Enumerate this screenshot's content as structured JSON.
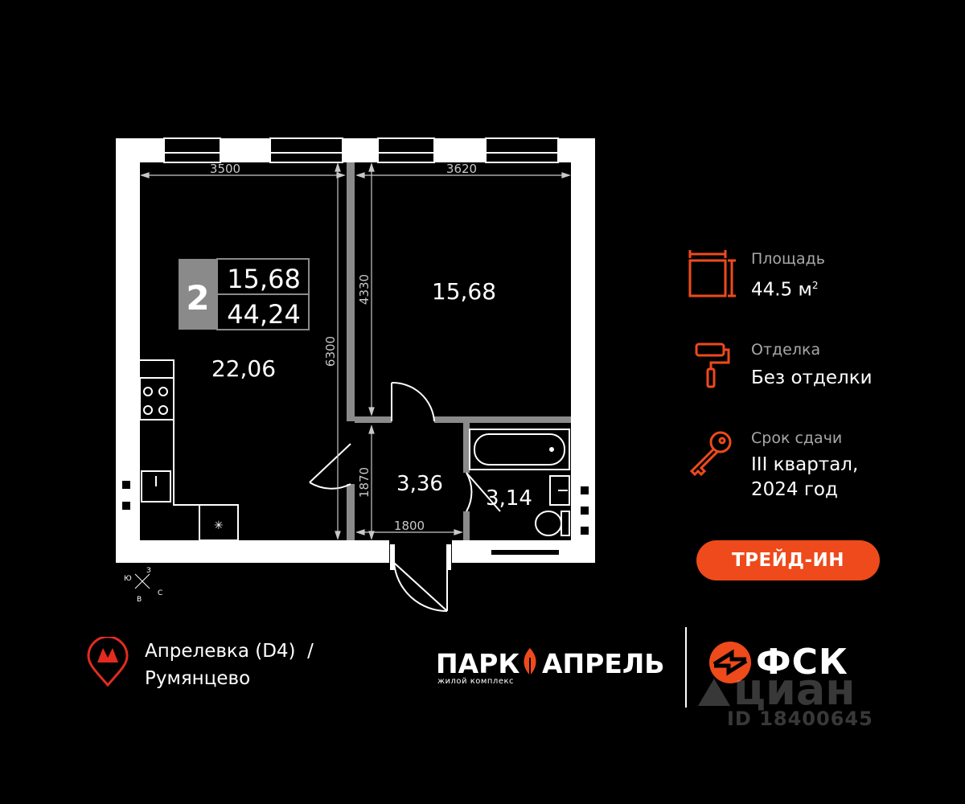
{
  "plan": {
    "rooms_badge": {
      "number": "2",
      "living_area": "15,68",
      "total_area": "44,24"
    },
    "rooms": {
      "kitchen_living": "22,06",
      "bedroom": "15,68",
      "hall": "3,36",
      "bathroom": "3,14"
    },
    "dimensions": {
      "top_left": "3500",
      "top_right": "3620",
      "left_vertical": "6300",
      "right_vertical": "4330",
      "hall_vertical": "1870",
      "hall_horizontal": "1800"
    },
    "compass": {
      "n": "З",
      "s": "В",
      "e": "С",
      "w": "Ю"
    }
  },
  "info": {
    "area": {
      "label": "Площадь",
      "value": "44.5 м",
      "sup": "2",
      "icon": "floor-area-icon"
    },
    "finish": {
      "label": "Отделка",
      "value": "Без отделки",
      "icon": "paint-roller-icon"
    },
    "deadline": {
      "label": "Срок сдачи",
      "value_line1": "III квартал,",
      "value_line2": "2024 год",
      "icon": "key-icon"
    },
    "trade_in_button": "ТРЕЙД-ИН"
  },
  "footer": {
    "metro": {
      "line1": "Апрелевка (D4)  /",
      "line2": "Румянцево",
      "icon": "metro-pin-icon"
    },
    "brand": {
      "name_left": "ПАРК",
      "name_right": "АПРЕЛЬ",
      "subtitle": "жилой комплекс"
    },
    "developer": "ФСК",
    "watermark": {
      "name": "циан",
      "id": "ID 18400645"
    }
  },
  "colors": {
    "accent": "#ee4a1b",
    "background": "#000000",
    "wall": "#ffffff",
    "badge_bg": "#8a8a8a"
  }
}
